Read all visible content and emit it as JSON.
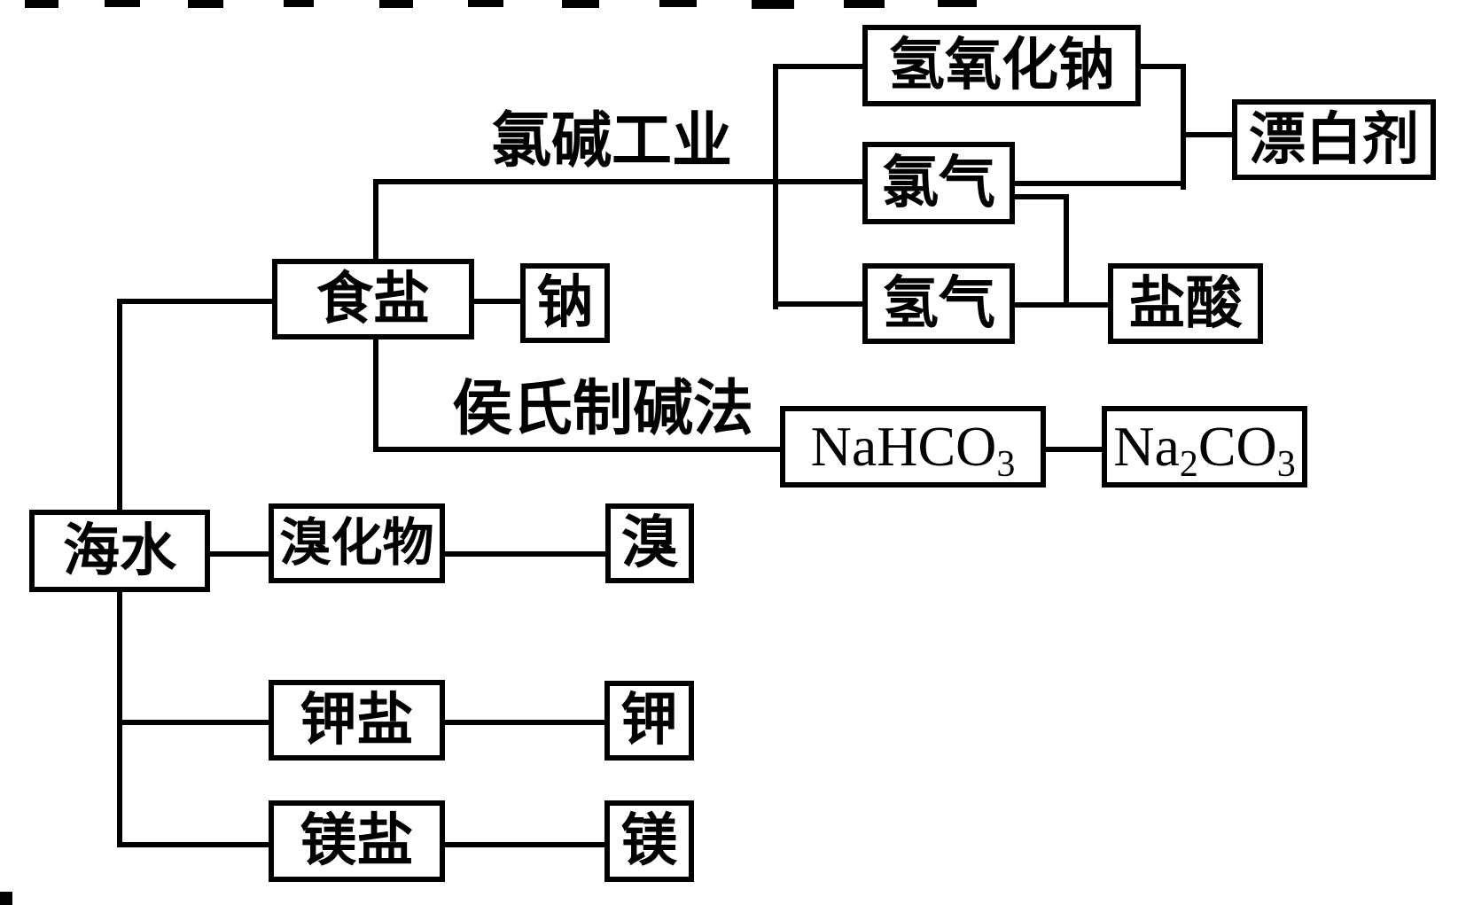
{
  "diagram": {
    "type": "flowchart",
    "topic": "seawater-chemical-resources",
    "colors": {
      "background": "#ffffff",
      "line": "#000000",
      "text": "#000000"
    },
    "nodes": {
      "seawater": {
        "label": "海水"
      },
      "salt": {
        "label": "食盐"
      },
      "sodium": {
        "label": "钠"
      },
      "naoh": {
        "label": "氢氧化钠"
      },
      "chlorine": {
        "label": "氯气"
      },
      "hydrogen": {
        "label": "氢气"
      },
      "bleach": {
        "label": "漂白剂"
      },
      "hcl": {
        "label": "盐酸"
      },
      "nahco3": {
        "base": "NaHCO",
        "sub": "3"
      },
      "na2co3": {
        "part1": "Na",
        "sub1": "2",
        "part2": "CO",
        "sub2": "3"
      },
      "bromide": {
        "label": "溴化物"
      },
      "bromine": {
        "label": "溴"
      },
      "potassium_salt": {
        "label": "钾盐"
      },
      "potassium": {
        "label": "钾"
      },
      "magnesium_salt": {
        "label": "镁盐"
      },
      "magnesium": {
        "label": "镁"
      }
    },
    "process_labels": {
      "chlor_alkali": "氯碱工业",
      "hou_process": "侯氏制碱法"
    },
    "edges": [
      {
        "from": "seawater",
        "to": "salt"
      },
      {
        "from": "seawater",
        "to": "bromide"
      },
      {
        "from": "seawater",
        "to": "potassium_salt"
      },
      {
        "from": "seawater",
        "to": "magnesium_salt"
      },
      {
        "from": "salt",
        "to": "sodium"
      },
      {
        "from": "salt",
        "to": "naoh",
        "via": "氯碱工业"
      },
      {
        "from": "salt",
        "to": "chlorine",
        "via": "氯碱工业"
      },
      {
        "from": "salt",
        "to": "hydrogen",
        "via": "氯碱工业"
      },
      {
        "from": "naoh",
        "to": "bleach"
      },
      {
        "from": "chlorine",
        "to": "bleach"
      },
      {
        "from": "chlorine",
        "to": "hcl"
      },
      {
        "from": "hydrogen",
        "to": "hcl"
      },
      {
        "from": "salt",
        "to": "nahco3",
        "via": "侯氏制碱法"
      },
      {
        "from": "nahco3",
        "to": "na2co3"
      },
      {
        "from": "bromide",
        "to": "bromine"
      },
      {
        "from": "potassium_salt",
        "to": "potassium"
      },
      {
        "from": "magnesium_salt",
        "to": "magnesium"
      }
    ]
  }
}
